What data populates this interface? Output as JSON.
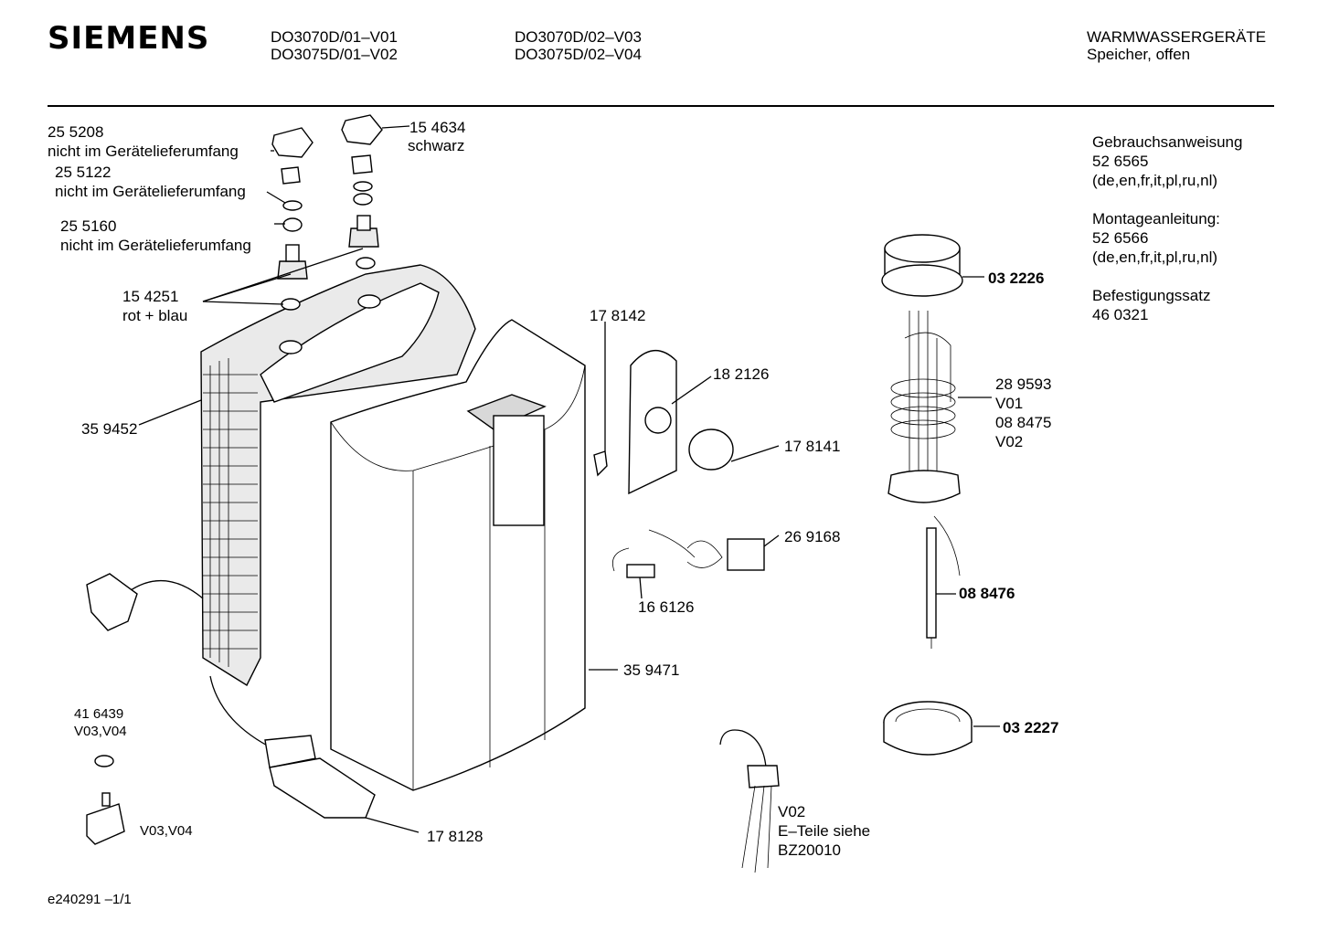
{
  "header": {
    "brand": "SIEMENS",
    "models_col1": [
      "DO3070D/01–V01",
      "DO3075D/01–V02"
    ],
    "models_col2": [
      "DO3070D/02–V03",
      "DO3075D/02–V04"
    ],
    "category": "WARMWASSERGERÄTE",
    "subcategory": "Speicher, offen"
  },
  "documents": [
    {
      "title": "Gebrauchsanweisung",
      "number": "52 6565",
      "languages": "(de,en,fr,it,pl,ru,nl)"
    },
    {
      "title": "Montageanleitung:",
      "number": "52 6566",
      "languages": "(de,en,fr,it,pl,ru,nl)"
    },
    {
      "title": "Befestigungssatz",
      "number": "46 0321"
    }
  ],
  "parts": {
    "p255208": {
      "number": "25 5208",
      "note": "nicht im Gerätelieferumfang"
    },
    "p255122": {
      "number": "25 5122",
      "note": "nicht im Gerätelieferumfang"
    },
    "p255160": {
      "number": "25 5160",
      "note": "nicht im Gerätelieferumfang"
    },
    "p154634": {
      "number": "15 4634",
      "note": "schwarz"
    },
    "p154251": {
      "number": "15 4251",
      "note": "rot + blau"
    },
    "p359452": {
      "number": "35 9452"
    },
    "p178142": {
      "number": "17  8142"
    },
    "p182126": {
      "number": "18 2126"
    },
    "p178141": {
      "number": "17  8141"
    },
    "p269168": {
      "number": "26  9168"
    },
    "p166126": {
      "number": "16 6126"
    },
    "p359471": {
      "number": "35 9471"
    },
    "p416439": {
      "number": "41 6439",
      "variant": "V03,V04"
    },
    "switch": {
      "variant": "V03,V04"
    },
    "p178128": {
      "number": "17 8128"
    },
    "p032226": {
      "number": "03 2226"
    },
    "p289593": {
      "number": "28 9593",
      "variant": "V01"
    },
    "p088475": {
      "number": "08 8475",
      "variant": "V02"
    },
    "p088476": {
      "number": "08 8476"
    },
    "p032227": {
      "number": "03 2227"
    },
    "faucet": {
      "variant": "V02",
      "note1": "E–Teile siehe",
      "note2": "BZ20010"
    }
  },
  "footer": {
    "drawing_id": "e240291  –1/1"
  }
}
